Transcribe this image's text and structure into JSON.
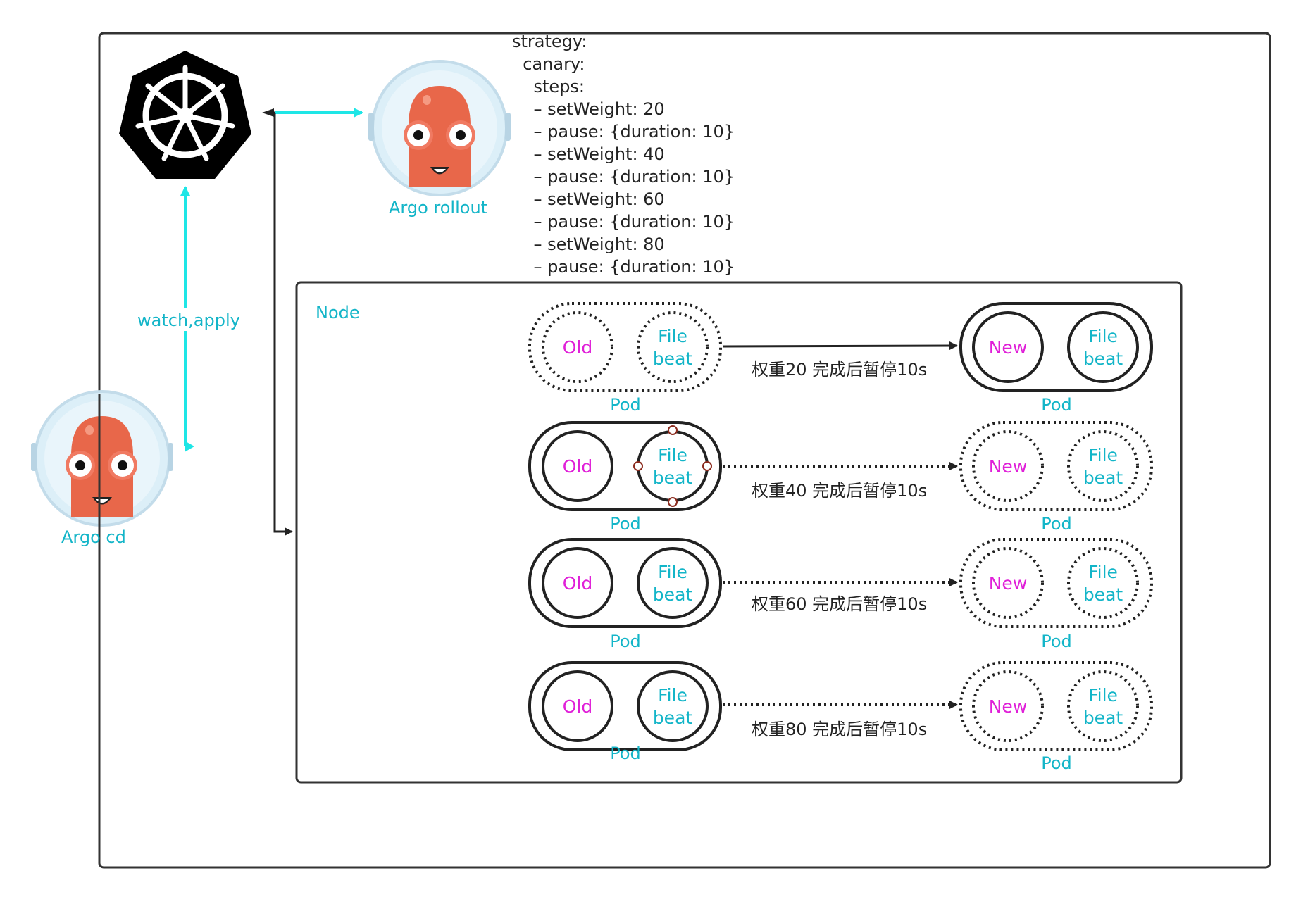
{
  "yaml": [
    "strategy:",
    "  canary:",
    "    steps:",
    "    – setWeight: 20",
    "    – pause: {duration: 10}",
    "    – setWeight: 40",
    "    – pause: {duration: 10}",
    "    – setWeight: 60",
    "    – pause: {duration: 10}",
    "    – setWeight: 80",
    "    – pause: {duration: 10}"
  ],
  "labels": {
    "argo_rollout": "Argo rollout",
    "argo_cd": "Argo cd",
    "watch_apply": "watch,apply",
    "node": "Node"
  },
  "pods": {
    "pod_label": "Pod",
    "old": "Old",
    "new": "New",
    "filebeat_line1": "File",
    "filebeat_line2": "beat"
  },
  "steps": [
    {
      "caption": "权重20 完成后暂停10s"
    },
    {
      "caption": "权重40 完成后暂停10s"
    },
    {
      "caption": "权重60 完成后暂停10s"
    },
    {
      "caption": "权重80 完成后暂停10s"
    }
  ],
  "colors": {
    "cyan": "#13b5c8",
    "arrow_cyan": "#1ee6e6",
    "magenta": "#e020d8",
    "mascot": "#e8674a"
  },
  "icons": [
    "kubernetes-icon",
    "argo-rollout-mascot-icon",
    "argo-cd-mascot-icon"
  ]
}
